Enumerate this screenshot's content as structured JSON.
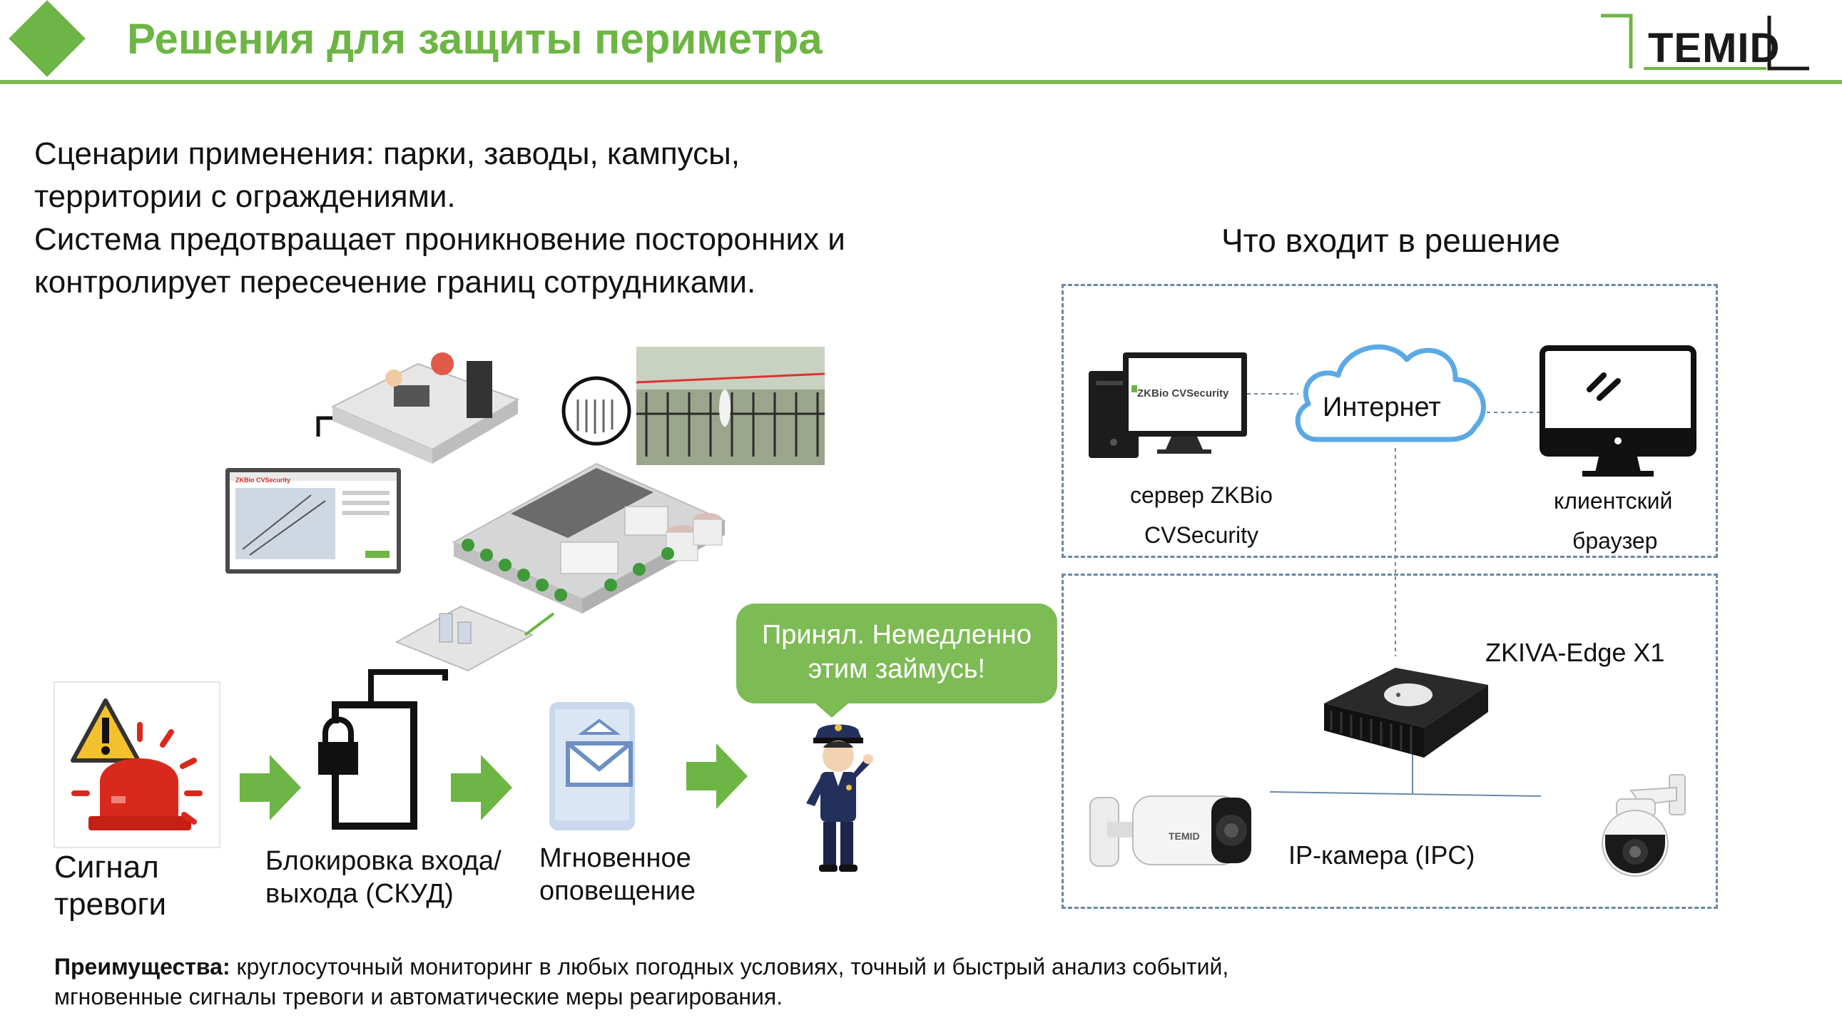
{
  "header": {
    "title": "Решения для защиты периметра",
    "logo_text": "TEMID",
    "accent_color": "#6db544"
  },
  "intro": {
    "lines": [
      "Сценарии применения: парки, заводы, кампусы,",
      "территории с ограждениями.",
      "Система предотвращает проникновение посторонних и",
      "контролирует пересечение границ сотрудниками."
    ]
  },
  "solution": {
    "title": "Что входит в решение",
    "server_screen_text": "ZKBio CVSecurity",
    "server_label_1": "сервер ZKBio",
    "server_label_2": "CVSecurity",
    "internet_label": "Интернет",
    "client_label_1": "клиентский",
    "client_label_2": "браузер",
    "nvr_label": "ZKIVA-Edge X1",
    "camera_label": "IP-камера (IPC)",
    "camera_brand": "TEMID"
  },
  "scene": {
    "monitor_heading": "ZKBio CVSecurity"
  },
  "bubble": {
    "line1": "Принял. Немедленно",
    "line2": "этим займусь!"
  },
  "steps": [
    {
      "line1": "Сигнал",
      "line2": "тревоги",
      "icon": "alarm-beacon-icon"
    },
    {
      "line1": "Блокировка входа/",
      "line2": "выхода (СКУД)",
      "icon": "lock-door-icon"
    },
    {
      "line1": "Мгновенное",
      "line2": "оповещение",
      "icon": "message-envelope-icon"
    },
    {
      "icon": "security-guard-icon"
    }
  ],
  "footer": {
    "bold": "Преимущества:",
    "line1_rest": " круглосуточный мониторинг в любых погодных условиях, точный и быстрый анализ событий,",
    "line2": "мгновенные сигналы тревоги и автоматические меры реагирования."
  }
}
